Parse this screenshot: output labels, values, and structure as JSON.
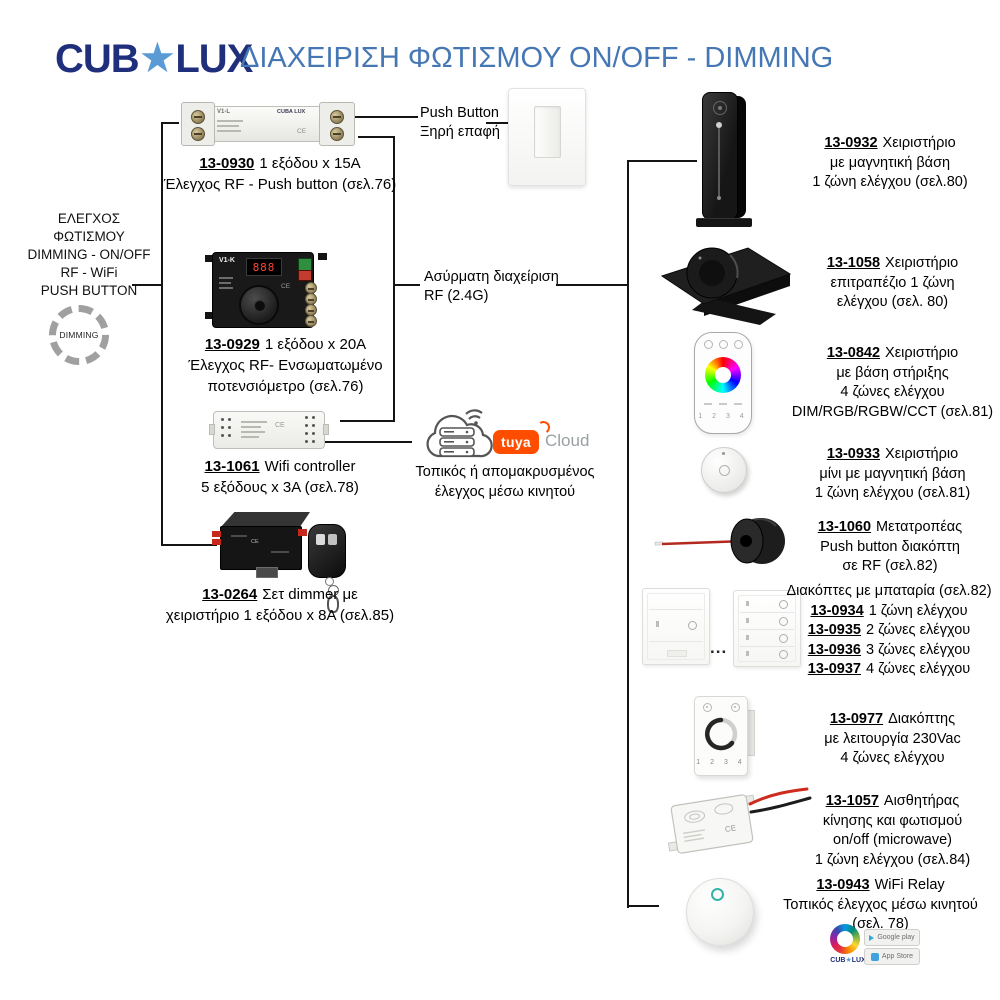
{
  "colors": {
    "brand_navy": "#1f2f7c",
    "brand_light_blue": "#5b9bd5",
    "title_blue": "#4577b4",
    "tuya_orange": "#ff4d00",
    "connector_black": "#141414",
    "display_red": "#ff4136",
    "teal_led": "#34b3a9"
  },
  "header": {
    "logo_cub": "CUB",
    "logo_star": "★",
    "logo_lux": "LUX",
    "title": "ΔΙΑΧΕΙΡΙΣΗ ΦΩΤΙΣΜΟΥ ON/OFF - DIMMING"
  },
  "left_block": {
    "line1": "ΕΛΕΓΧΟΣ",
    "line2": "ΦΩΤΙΣΜΟΥ",
    "line3": "DIMMING - ON/OFF",
    "line4": "RF - WiFi",
    "line5": "PUSH BUTTON",
    "badge": "DIMMING"
  },
  "middle": {
    "push1": "Push Button",
    "push2": "Ξηρή επαφή",
    "rf1": "Ασύρματη διαχείριση",
    "rf2": "RF (2.4G)",
    "tuya": "tuya",
    "cloud": "Cloud",
    "local1": "Τοπικός ή απομακρυσμένος",
    "local2": "έλεγχος μέσω κινητού"
  },
  "device_text": {
    "v1l": "V1-L",
    "v1k": "V1-K",
    "brand": "CUBA LUX",
    "ce": "CE",
    "digits": "888"
  },
  "left_products": {
    "p0930": {
      "code": "13-0930",
      "rest": "1 εξόδου x 15A",
      "line2": "Έλεγχος RF - Push button (σελ.76)"
    },
    "p0929": {
      "code": "13-0929",
      "rest": "1 εξόδου x 20A",
      "line2": "Έλεγχος RF- Ενσωματωμένο",
      "line3": "ποτενσιόμετρο (σελ.76)"
    },
    "p1061": {
      "code": "13-1061",
      "rest": "Wifi controller",
      "line2": "5 εξόδους x 3Α (σελ.78)"
    },
    "p0264": {
      "code": "13-0264",
      "rest": "Σετ dimmer με",
      "line2": "χειριστήριο 1 εξόδου x 8A (σελ.85)"
    }
  },
  "right_products": {
    "p0932": {
      "code": "13-0932",
      "rest": "Χειριστήριο",
      "line2": "με μαγνητική βάση",
      "line3": "1 ζώνη ελέγχου (σελ.80)"
    },
    "p1058": {
      "code": "13-1058",
      "rest": "Χειριστήριο",
      "line2": "επιτραπέζιο 1 ζώνη",
      "line3": "ελέγχου (σελ. 80)"
    },
    "p0842": {
      "code": "13-0842",
      "rest": "Χειριστήριο",
      "line2": "με βάση στήριξης",
      "line3": "4 ζώνες ελέγχου",
      "line4": "DIM/RGB/RGBW/CCT (σελ.81)",
      "numbers": "1 2 3 4"
    },
    "p0933": {
      "code": "13-0933",
      "rest": "Χειριστήριο",
      "line2": "μίνι με μαγνητική βάση",
      "line3": "1 ζώνη ελέγχου (σελ.81)"
    },
    "p1060": {
      "code": "13-1060",
      "rest": "Μετατροπέας",
      "line2": "Push button διακόπτη",
      "line3": "σε RF (σελ.82)"
    },
    "battery": {
      "title": "Διακόπτες με μπαταρία (σελ.82)",
      "dots": "...",
      "items": [
        {
          "code": "13-0934",
          "text": "1  ζώνη ελέγχου"
        },
        {
          "code": "13-0935",
          "text": "2 ζώνες ελέγχου"
        },
        {
          "code": "13-0936",
          "text": "3 ζώνες ελέγχου"
        },
        {
          "code": "13-0937",
          "text": "4 ζώνες ελέγχου"
        }
      ]
    },
    "p0977": {
      "code": "13-0977",
      "rest": "Διακόπτης",
      "line2": "με λειτουργία 230Vac",
      "line3": "4 ζώνες ελέγχου",
      "numbers": "1 2 3 4"
    },
    "p1057": {
      "code": "13-1057",
      "rest": "Αισθητήρας",
      "line2": "κίνησης και φωτισμού",
      "line3": "on/off (microwave)",
      "line4": "1 ζώνη ελέγχου (σελ.84)"
    },
    "p0943": {
      "code": "13-0943",
      "rest": "WiFi Relay",
      "line2": "Τοπικός έλεγχος μέσω κινητού",
      "line3": "(σελ. 78)",
      "google": "Google play",
      "apple": "App Store"
    }
  }
}
